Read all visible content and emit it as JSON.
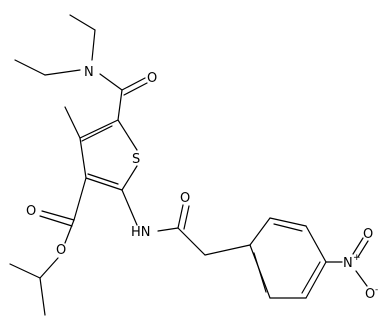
{
  "atoms": {
    "n_amide": "N",
    "o_amide": "O",
    "s_ring": "S",
    "o_ester_carbonyl": "O",
    "o_ester_single": "O",
    "nh": "HN",
    "o_acetamide": "O",
    "n_nitro": "N",
    "n_nitro_charge": "+",
    "o_nitro_double": "O",
    "o_nitro_single": "O",
    "o_nitro_charge": "-"
  }
}
